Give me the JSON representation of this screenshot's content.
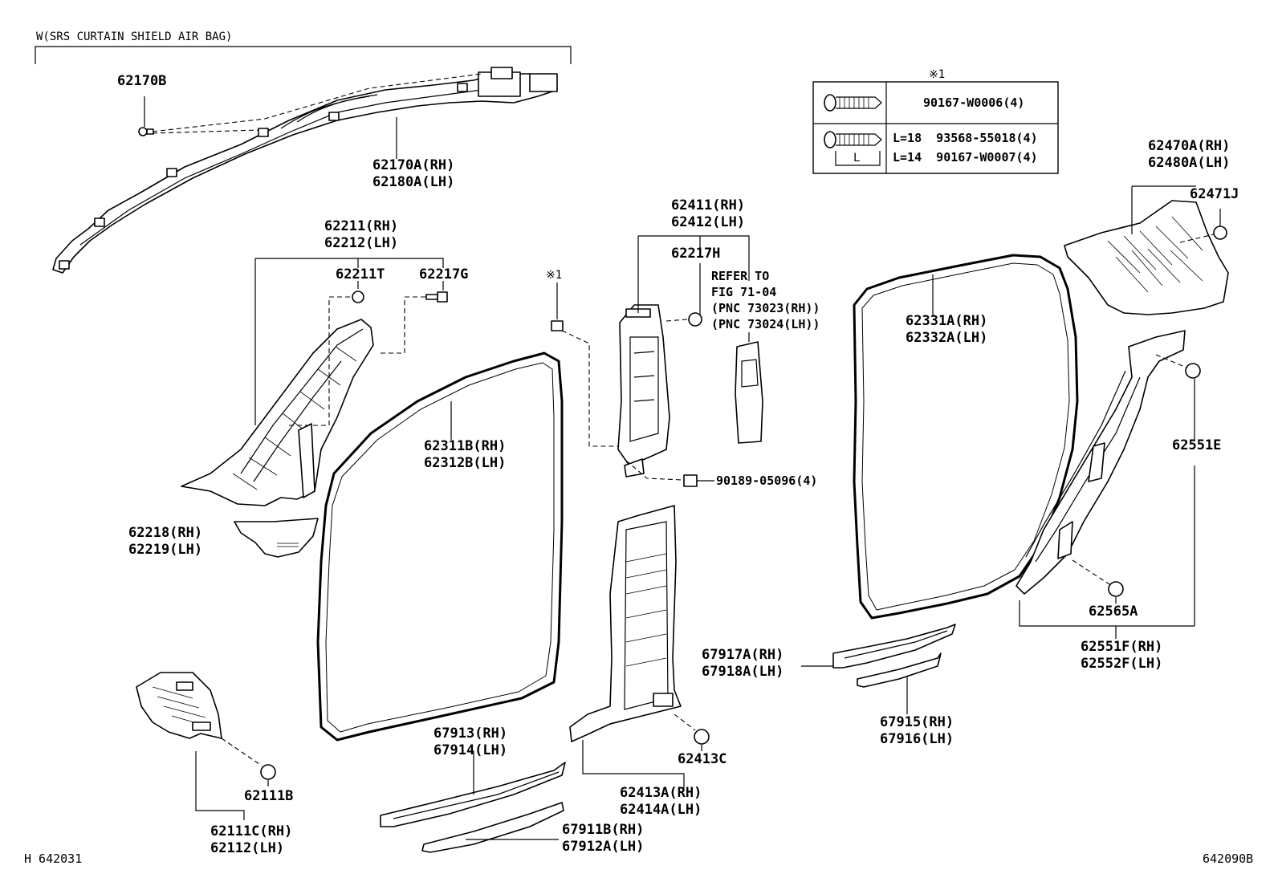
{
  "bracket_note": "W(SRS CURTAIN SHIELD AIR BAG)",
  "table": {
    "mark": "※1",
    "row1_part": "90167-W0006(4)",
    "row2_length_label": "L",
    "row2_lines": [
      "L=18  93568-55018(4)",
      "L=14  90167-W0007(4)"
    ]
  },
  "refer_note": [
    "REFER TO",
    "FIG 71-04",
    "(PNC 73023(RH))",
    "(PNC 73024(LH))"
  ],
  "callouts": [
    {
      "id": "c-62170b",
      "lines": [
        "62170B"
      ]
    },
    {
      "id": "c-62170a",
      "lines": [
        "62170A(RH)",
        "62180A(LH)"
      ]
    },
    {
      "id": "c-62211",
      "lines": [
        "62211(RH)",
        "62212(LH)"
      ]
    },
    {
      "id": "c-62211t",
      "lines": [
        "62211T"
      ]
    },
    {
      "id": "c-62217g",
      "lines": [
        "62217G"
      ]
    },
    {
      "id": "c-mark1",
      "lines": [
        "※1"
      ]
    },
    {
      "id": "c-62411",
      "lines": [
        "62411(RH)",
        "62412(LH)"
      ]
    },
    {
      "id": "c-62217h",
      "lines": [
        "62217H"
      ]
    },
    {
      "id": "c-62311b",
      "lines": [
        "62311B(RH)",
        "62312B(LH)"
      ]
    },
    {
      "id": "c-62331a",
      "lines": [
        "62331A(RH)",
        "62332A(LH)"
      ]
    },
    {
      "id": "c-62470a",
      "lines": [
        "62470A(RH)",
        "62480A(LH)"
      ]
    },
    {
      "id": "c-62471j",
      "lines": [
        "62471J"
      ]
    },
    {
      "id": "c-62551e",
      "lines": [
        "62551E"
      ]
    },
    {
      "id": "c-90189",
      "lines": [
        "90189-05096(4)"
      ]
    },
    {
      "id": "c-62218",
      "lines": [
        "62218(RH)",
        "62219(LH)"
      ]
    },
    {
      "id": "c-62565a",
      "lines": [
        "62565A"
      ]
    },
    {
      "id": "c-62551f",
      "lines": [
        "62551F(RH)",
        "62552F(LH)"
      ]
    },
    {
      "id": "c-67917a",
      "lines": [
        "67917A(RH)",
        "67918A(LH)"
      ]
    },
    {
      "id": "c-67915",
      "lines": [
        "67915(RH)",
        "67916(LH)"
      ]
    },
    {
      "id": "c-62413c",
      "lines": [
        "62413C"
      ]
    },
    {
      "id": "c-67913",
      "lines": [
        "67913(RH)",
        "67914(LH)"
      ]
    },
    {
      "id": "c-62111b",
      "lines": [
        "62111B"
      ]
    },
    {
      "id": "c-62413a",
      "lines": [
        "62413A(RH)",
        "62414A(LH)"
      ]
    },
    {
      "id": "c-62111c",
      "lines": [
        "62111C(RH)",
        "62112(LH)"
      ]
    },
    {
      "id": "c-67911b",
      "lines": [
        "67911B(RH)",
        "67912A(LH)"
      ]
    }
  ],
  "footer": {
    "left_code": "H 642031",
    "right_code": "642090B"
  }
}
